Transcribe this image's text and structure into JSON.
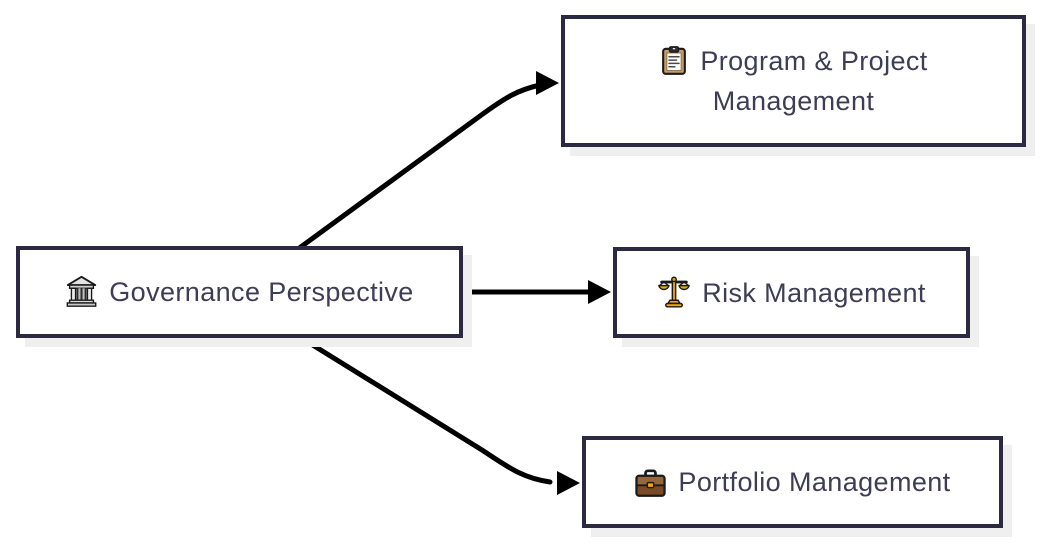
{
  "diagram": {
    "background_color": "#ffffff",
    "nodes": {
      "governance": {
        "label": "Governance Perspective",
        "icon": "classical-building"
      },
      "program": {
        "label": "Program & Project Management",
        "icon": "clipboard"
      },
      "risk": {
        "label": "Risk Management",
        "icon": "balance-scale"
      },
      "portfolio": {
        "label": "Portfolio Management",
        "icon": "briefcase"
      }
    },
    "edges": [
      {
        "from": "Governance Perspective",
        "to": "Program & Project Management"
      },
      {
        "from": "Governance Perspective",
        "to": "Risk Management"
      },
      {
        "from": "Governance Perspective",
        "to": "Portfolio Management"
      }
    ],
    "colors": {
      "node_border": "#2b2a40",
      "node_background": "#ffffff",
      "node_shadow": "#efefef",
      "text": "#3f3d56",
      "arrow": "#000000",
      "icon_gold": "#f5a800",
      "icon_brown_light": "#96663c",
      "icon_brown_dark": "#7a4b28",
      "icon_tan": "#c89b66",
      "icon_gray": "#d9d9d9"
    }
  }
}
